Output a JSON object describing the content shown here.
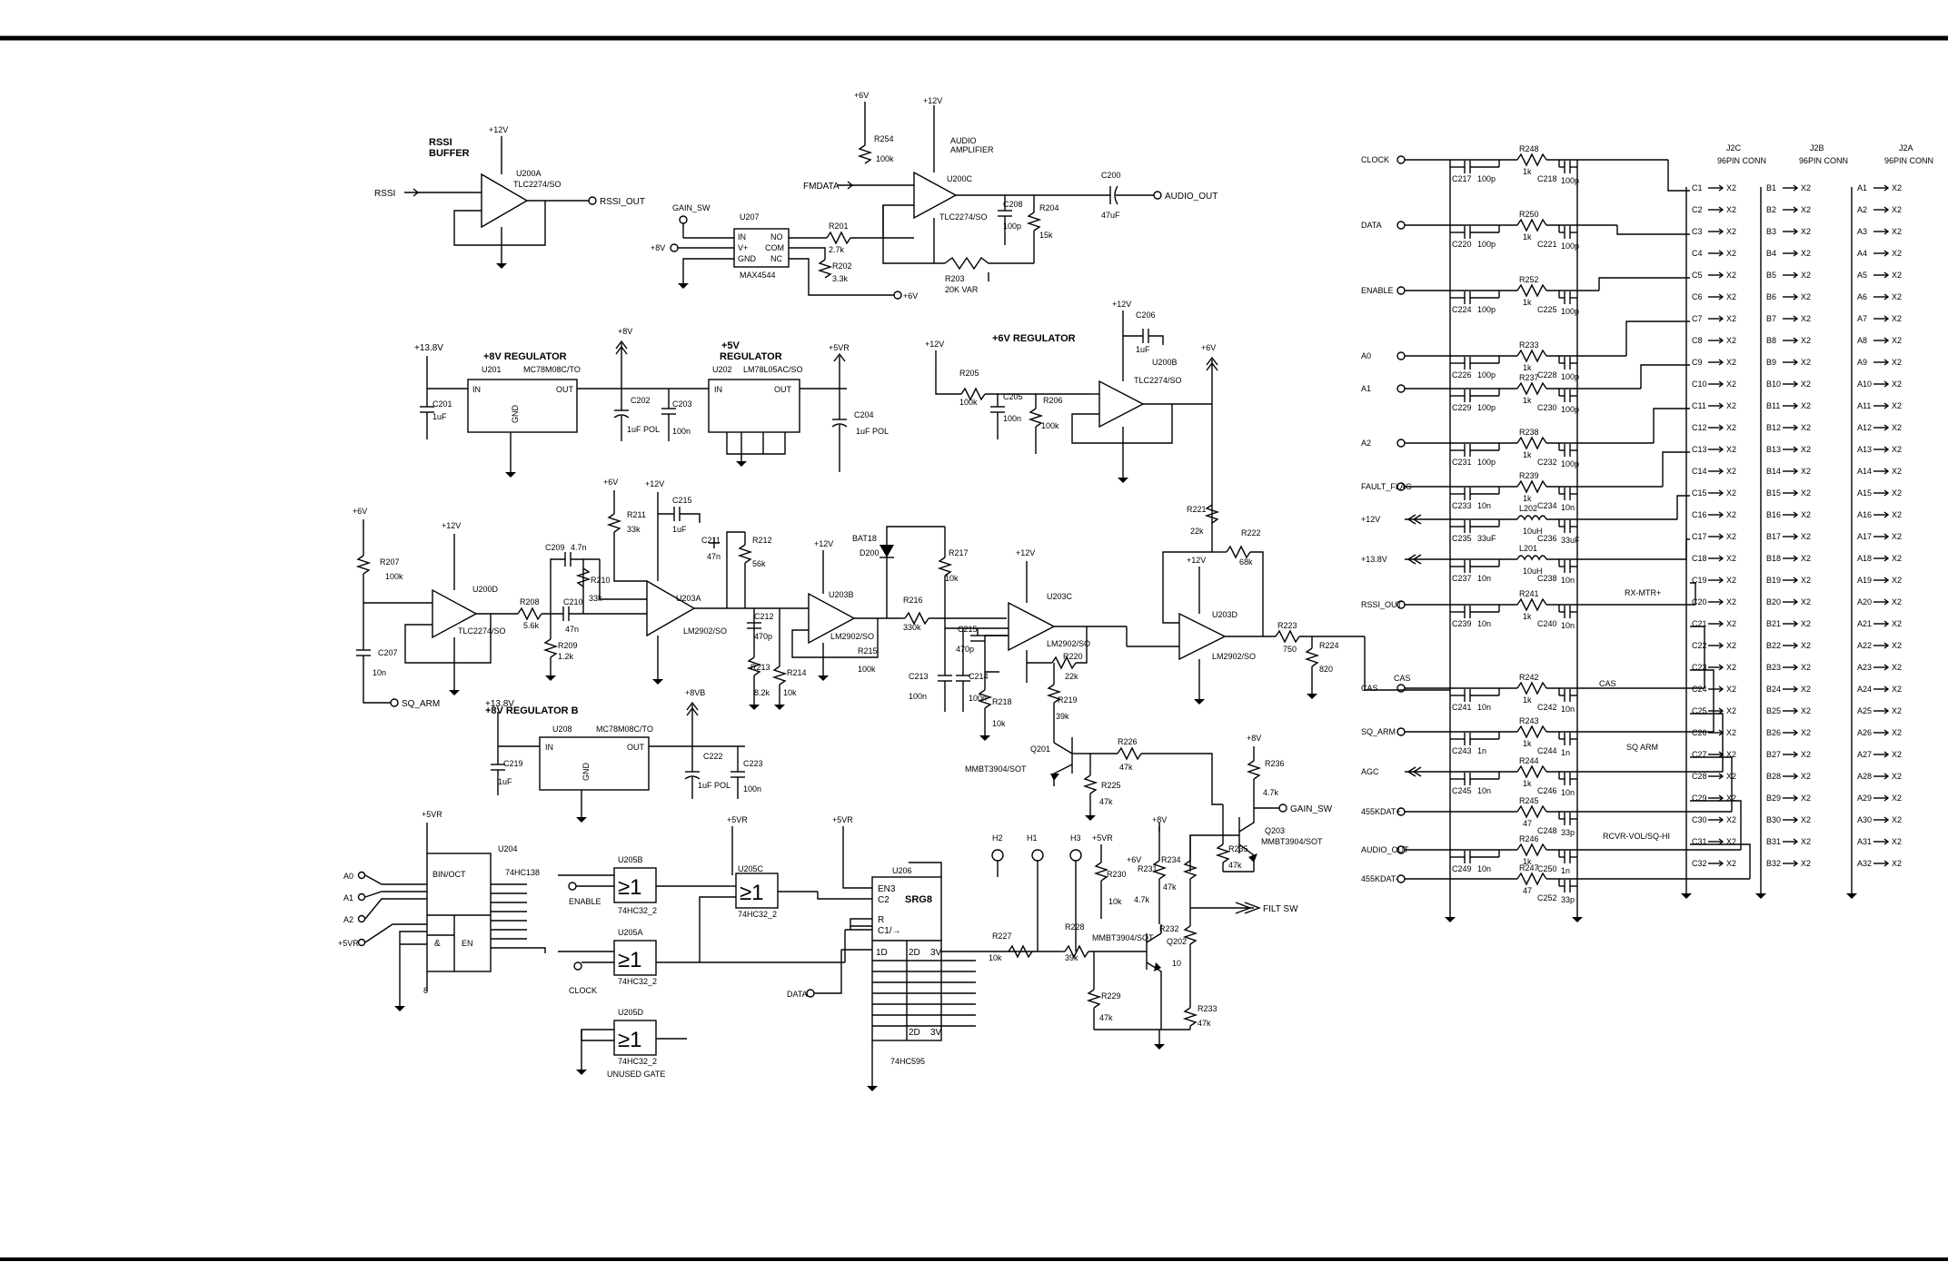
{
  "blocks": {
    "rssi_buffer": [
      "RSSI",
      "BUFFER"
    ],
    "audio_amp": [
      "AUDIO",
      "AMPLIFIER"
    ],
    "reg8": "+8V REGULATOR",
    "reg5": [
      "+5V",
      "REGULATOR"
    ],
    "reg6": "+6V REGULATOR",
    "reg8b": "+8V REGULATOR B"
  },
  "parts": [
    {
      "ref": "U200A",
      "value": "TLC2274/SO"
    },
    {
      "ref": "U200C",
      "value": "TLC2274/SO"
    },
    {
      "ref": "U200B",
      "value": "TLC2274/SO"
    },
    {
      "ref": "U200D",
      "value": "TLC2274/SO"
    },
    {
      "ref": "U207",
      "value": "MAX4544"
    },
    {
      "ref": "U201",
      "value": "MC78M08C/TO"
    },
    {
      "ref": "U202",
      "value": "LM78L05AC/SO"
    },
    {
      "ref": "U208",
      "value": "MC78M08C/TO"
    },
    {
      "ref": "U203A",
      "value": "LM2902/SO"
    },
    {
      "ref": "U203B",
      "value": "LM2902/SO"
    },
    {
      "ref": "U203C",
      "value": "LM2902/SO"
    },
    {
      "ref": "U203D",
      "value": "LM2902/SO"
    },
    {
      "ref": "U204",
      "value": "74HC138"
    },
    {
      "ref": "U205A",
      "value": "74HC32_2"
    },
    {
      "ref": "U205B",
      "value": "74HC32_2"
    },
    {
      "ref": "U205C",
      "value": "74HC32_2"
    },
    {
      "ref": "U205D",
      "value": "74HC32_2"
    },
    {
      "ref": "U206",
      "value": "74HC595"
    },
    {
      "ref": "Q201",
      "value": "MMBT3904/SOT"
    },
    {
      "ref": "Q202",
      "value": "MMBT3904/SOT"
    },
    {
      "ref": "Q203",
      "value": "MMBT3904/SOT"
    },
    {
      "ref": "D200",
      "value": "BAT18"
    }
  ],
  "nets": {
    "rssi": "RSSI",
    "rssi_out": "RSSI_OUT",
    "fmdata": "FMDATA",
    "gain_sw": "GAIN_SW",
    "audio_out": "AUDIO_OUT",
    "sq_arm": "SQ_ARM",
    "filt_sw": "FILT SW",
    "enable": "ENABLE",
    "clock": "CLOCK",
    "data": "DATA",
    "a0": "A0",
    "a1": "A1",
    "a2": "A2",
    "p5vr": "+5VR",
    "p6v": "+6V",
    "p8v": "+8V",
    "p8vb": "+8VB",
    "p12v": "+12V",
    "p138v": "+13.8V",
    "h2": "H2",
    "h1": "H1",
    "h3": "H3",
    "unused": "UNUSED GATE"
  },
  "connectors": [
    {
      "ref": "J2C",
      "desc": "96PIN CONN",
      "prefix": "C"
    },
    {
      "ref": "J2B",
      "desc": "96PIN CONN",
      "prefix": "B"
    },
    {
      "ref": "J2A",
      "desc": "96PIN CONN",
      "prefix": "A"
    }
  ],
  "connector_pin_label": "X2",
  "connector_rows": 32,
  "interface_signals": [
    {
      "net": "CLOCK",
      "r": "R248",
      "rv": "1k",
      "c1": "C217",
      "c1v": "100p",
      "c2": "C218",
      "c2v": "100p"
    },
    {
      "net": "DATA",
      "r": "R250",
      "rv": "1k",
      "c1": "C220",
      "c1v": "100p",
      "c2": "C221",
      "c2v": "100p"
    },
    {
      "net": "ENABLE",
      "r": "R252",
      "rv": "1k",
      "c1": "C224",
      "c1v": "100p",
      "c2": "C225",
      "c2v": "100p"
    },
    {
      "net": "A0",
      "r": "R233",
      "rv": "1k",
      "c1": "C226",
      "c1v": "100p",
      "c2": "C228",
      "c2v": "100p"
    },
    {
      "net": "A1",
      "r": "R237",
      "rv": "1k",
      "c1": "C229",
      "c1v": "100p",
      "c2": "C230",
      "c2v": "100p"
    },
    {
      "net": "A2",
      "r": "R238",
      "rv": "1k",
      "c1": "C231",
      "c1v": "100p",
      "c2": "C232",
      "c2v": "100p"
    },
    {
      "net": "FAULT_FLAG",
      "r": "R239",
      "rv": "1k",
      "c1": "C233",
      "c1v": "10n",
      "c2": "C234",
      "c2v": "10n"
    },
    {
      "net": "+12V",
      "r": "L202",
      "rv": "10uH",
      "c1": "C235",
      "c1v": "33uF",
      "c2": "C236",
      "c2v": "33uF"
    },
    {
      "net": "+13.8V",
      "r": "L201",
      "rv": "10uH",
      "c1": "C237",
      "c1v": "10n",
      "c2": "C238",
      "c2v": "10n"
    },
    {
      "net": "RSSI_OUT",
      "r": "R241",
      "rv": "1k",
      "c1": "C239",
      "c1v": "10n",
      "c2": "C240",
      "c2v": "10n"
    },
    {
      "net": "CAS",
      "r": "R242",
      "rv": "1k",
      "c1": "C241",
      "c1v": "10n",
      "c2": "C242",
      "c2v": "10n"
    },
    {
      "net": "SQ_ARM",
      "r": "R243",
      "rv": "1k",
      "c1": "C243",
      "c1v": "1n",
      "c2": "C244",
      "c2v": "1n"
    },
    {
      "net": "AGC",
      "r": "R244",
      "rv": "1k",
      "c1": "C245",
      "c1v": "10n",
      "c2": "C246",
      "c2v": "10n"
    },
    {
      "net": "455KDAT+",
      "r": "R245",
      "rv": "47",
      "c1": "",
      "c1v": "",
      "c2": "C248",
      "c2v": "33p"
    },
    {
      "net": "AUDIO_OUT",
      "r": "R246",
      "rv": "1k",
      "c1": "C249",
      "c1v": "10n",
      "c2": "C250",
      "c2v": "1n"
    },
    {
      "net": "455KDAT-",
      "r": "R247",
      "rv": "47",
      "c1": "",
      "c1v": "",
      "c2": "C252",
      "c2v": "33p"
    }
  ],
  "bus_labels": {
    "rx_mtr": "RX-MTR+",
    "cas": "CAS",
    "sq_arm": "SQ ARM",
    "rcvr": "RCVR-VOL/SQ-HI"
  },
  "u206": {
    "en3": "EN3",
    "c2": "C2",
    "srg": "SRG8",
    "r": "R",
    "c1": "C1/→",
    "d1": "1D",
    "d2": "2D",
    "d3": "3",
    "d3b": "3V"
  },
  "u204": {
    "binoct": "BIN/OCT",
    "and": "&",
    "en": "EN"
  },
  "gate_symbol": "≥1"
}
